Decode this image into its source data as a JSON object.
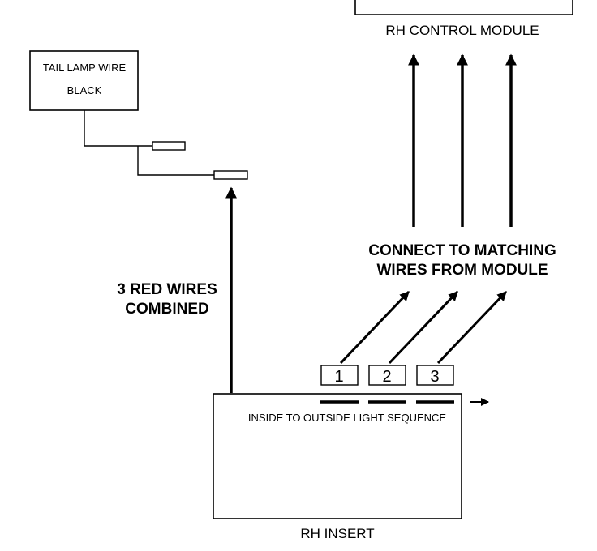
{
  "control_module": {
    "label": "RH CONTROL MODULE"
  },
  "tail_lamp": {
    "title": "TAIL LAMP WIRE",
    "color": "BLACK"
  },
  "connect_note": {
    "line1": "CONNECT TO MATCHING",
    "line2": "WIRES FROM MODULE"
  },
  "red_wires_note": {
    "line1": "3 RED WIRES",
    "line2": "COMBINED"
  },
  "insert": {
    "label": "RH INSERT",
    "sequence_text": "INSIDE TO OUTSIDE LIGHT SEQUENCE"
  },
  "wire_labels": [
    "1",
    "2",
    "3"
  ],
  "colors": {
    "line": "#000000",
    "background": "#ffffff"
  }
}
